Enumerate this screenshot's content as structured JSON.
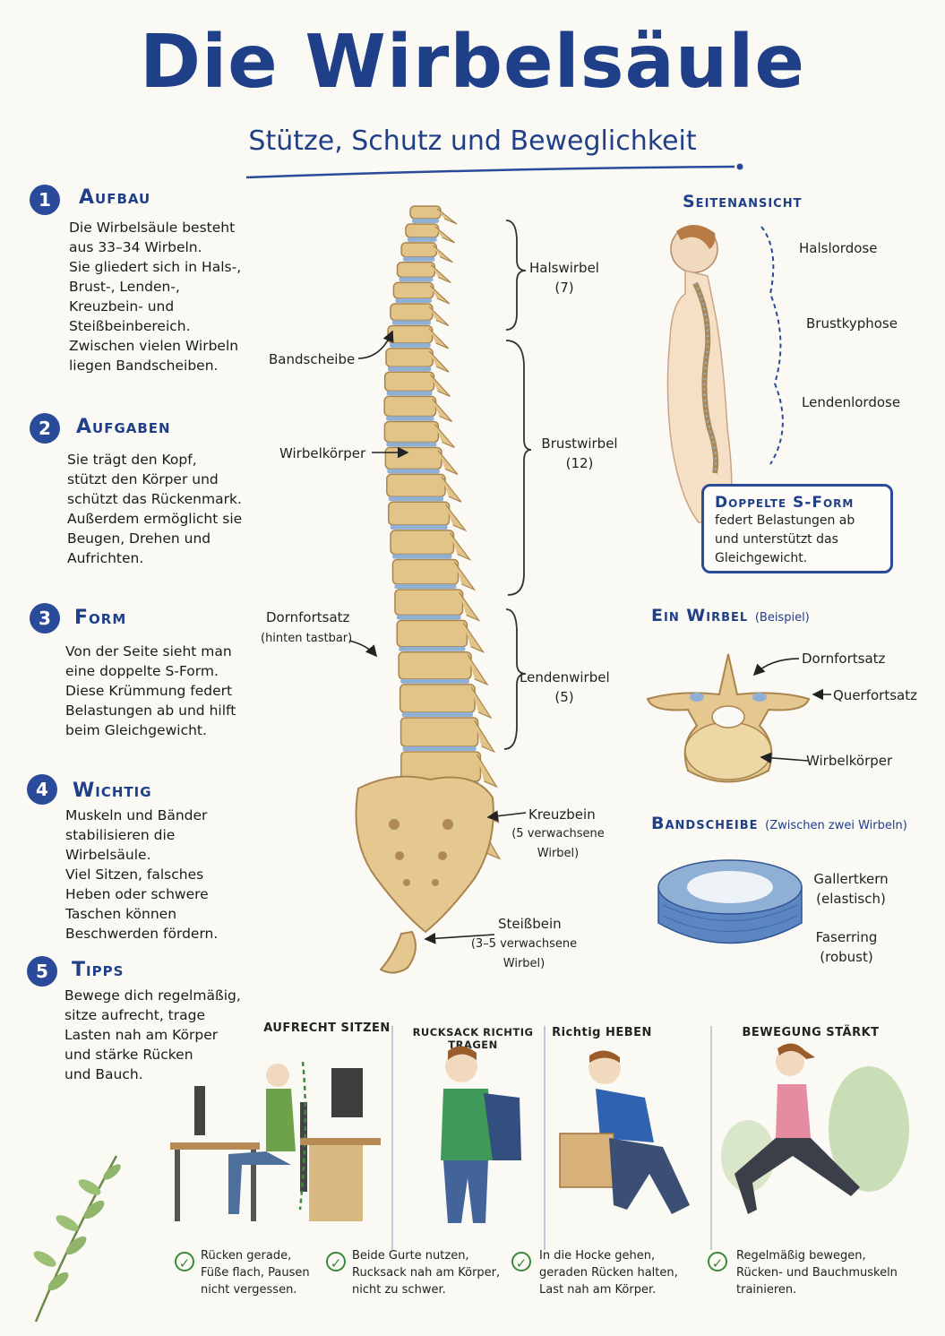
{
  "header": {
    "title": "Die Wirbelsäule",
    "subtitle": "Stütze, Schutz und Beweglichkeit"
  },
  "sections": [
    {
      "num": "1",
      "heading": "Aufbau",
      "text": "Die Wirbelsäule besteht\naus 33–34 Wirbeln.\nSie gliedert sich in Hals-,\nBrust-, Lenden-,\nKreuzbein- und\nSteißbeinbereich.\nZwischen vielen Wirbeln\nliegen Bandscheiben."
    },
    {
      "num": "2",
      "heading": "Aufgaben",
      "text": "Sie trägt den Kopf,\nstützt den Körper und\nschützt das Rückenmark.\nAußerdem ermöglicht sie\nBeugen, Drehen und\nAufrichten."
    },
    {
      "num": "3",
      "heading": "Form",
      "text": "Von der Seite sieht man\neine doppelte S-Form.\nDiese Krümmung federt\nBelastungen ab und hilft\nbeim Gleichgewicht."
    },
    {
      "num": "4",
      "heading": "Wichtig",
      "text": "Muskeln und Bänder\nstabilisieren die\nWirbelsäule.\nViel Sitzen, falsches\nHeben oder schwere\nTaschen können\nBeschwerden fördern."
    },
    {
      "num": "5",
      "heading": "Tipps",
      "text": "Bewege dich regelmäßig,\nsitze aufrecht, trage\nLasten nah am Körper\nund stärke Rücken\nund Bauch."
    }
  ],
  "spine_labels": {
    "halswirbel": "Halswirbel\n(7)",
    "brustwirbel": "Brustwirbel\n(12)",
    "lendenwirbel": "Lendenwirbel\n(5)",
    "bandscheibe": "Bandscheibe",
    "wirbelkoerper": "Wirbelkörper",
    "dornfortsatz": "Dornfortsatz",
    "dornfortsatz_note": "(hinten tastbar)",
    "kreuzbein": "Kreuzbein",
    "kreuzbein_note": "(5 verwachsene\nWirbel)",
    "steissbein": "Steißbein",
    "steissbein_note": "(3–5 verwachsene\nWirbel)"
  },
  "side_view": {
    "heading": "Seitenansicht",
    "halslordose": "Halslordose",
    "brustkyphose": "Brustkyphose",
    "lendenlordose": "Lendenlordose",
    "box_heading": "Doppelte S-Form",
    "box_text": "federt Belastungen ab\nund unterstützt das\nGleichgewicht."
  },
  "vertebra": {
    "heading": "Ein Wirbel",
    "note": "(Beispiel)",
    "dornfortsatz": "Dornfortsatz",
    "querfortsatz": "Querfortsatz",
    "wirbelkoerper": "Wirbelkörper"
  },
  "disc": {
    "heading": "Bandscheibe",
    "note": "(Zwischen zwei Wirbeln)",
    "gallertkern": "Gallertkern\n(elastisch)",
    "faserring": "Faserring\n(robust)"
  },
  "tips": [
    {
      "title": "AUFRECHT SITZEN",
      "text": "Rücken gerade,\nFüße flach, Pausen\nnicht vergessen."
    },
    {
      "title": "RUCKSACK RICHTIG TRAGEN",
      "text": "Beide Gurte nutzen,\nRucksack nah am Körper,\nnicht zu schwer."
    },
    {
      "title": "Richtig HEBEN",
      "text": "In die Hocke gehen,\ngeraden Rücken halten,\nLast nah am Körper."
    },
    {
      "title": "BEWEGUNG STÄRKT",
      "text": "Regelmäßig bewegen,\nRücken- und Bauchmuskeln\ntrainieren."
    }
  ],
  "icons": {
    "check": "check-circle-icon"
  },
  "colors": {
    "accent": "#1f3f88",
    "bone": "#e2c489",
    "disc": "#8fb0d4",
    "check": "#3a8a3a"
  }
}
